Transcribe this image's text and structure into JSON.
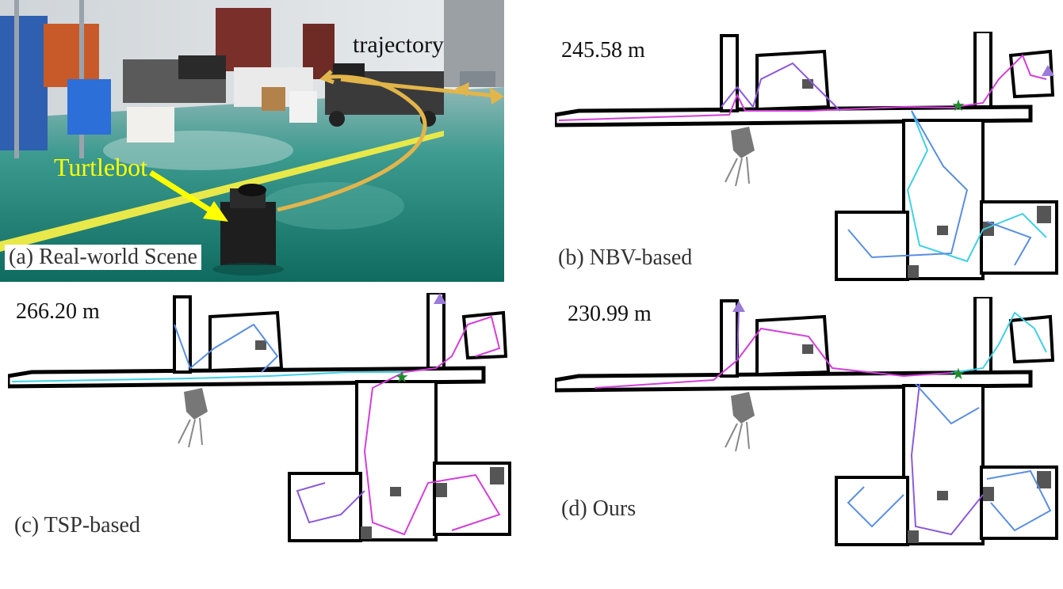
{
  "panels": {
    "a": {
      "caption": "(a) Real-world Scene",
      "labels": {
        "robot": "Turtlebot",
        "path": "trajectory"
      },
      "colors": {
        "floor": "#1f8a7e",
        "floor_dark": "#136a60",
        "wall": "#d9dde0",
        "line": "#e8e84a",
        "label_yellow": "#ffff00",
        "trajectory": "#e2b54a"
      }
    },
    "b": {
      "caption": "(b) NBV-based",
      "distance": "245.58 m"
    },
    "c": {
      "caption": "(c) TSP-based",
      "distance": "266.20 m"
    },
    "d": {
      "caption": "(d) Ours",
      "distance": "230.99 m"
    }
  },
  "legend_colors": {
    "wall": "#000000",
    "obstacle": "#777777",
    "path_magenta": "#d33fd8",
    "path_purple": "#8c5ad8",
    "path_cyan": "#3fd0e6",
    "path_blue": "#5a8ee0",
    "start_star": "#1e8b2a",
    "end_arrow": "#9a7bd8"
  }
}
